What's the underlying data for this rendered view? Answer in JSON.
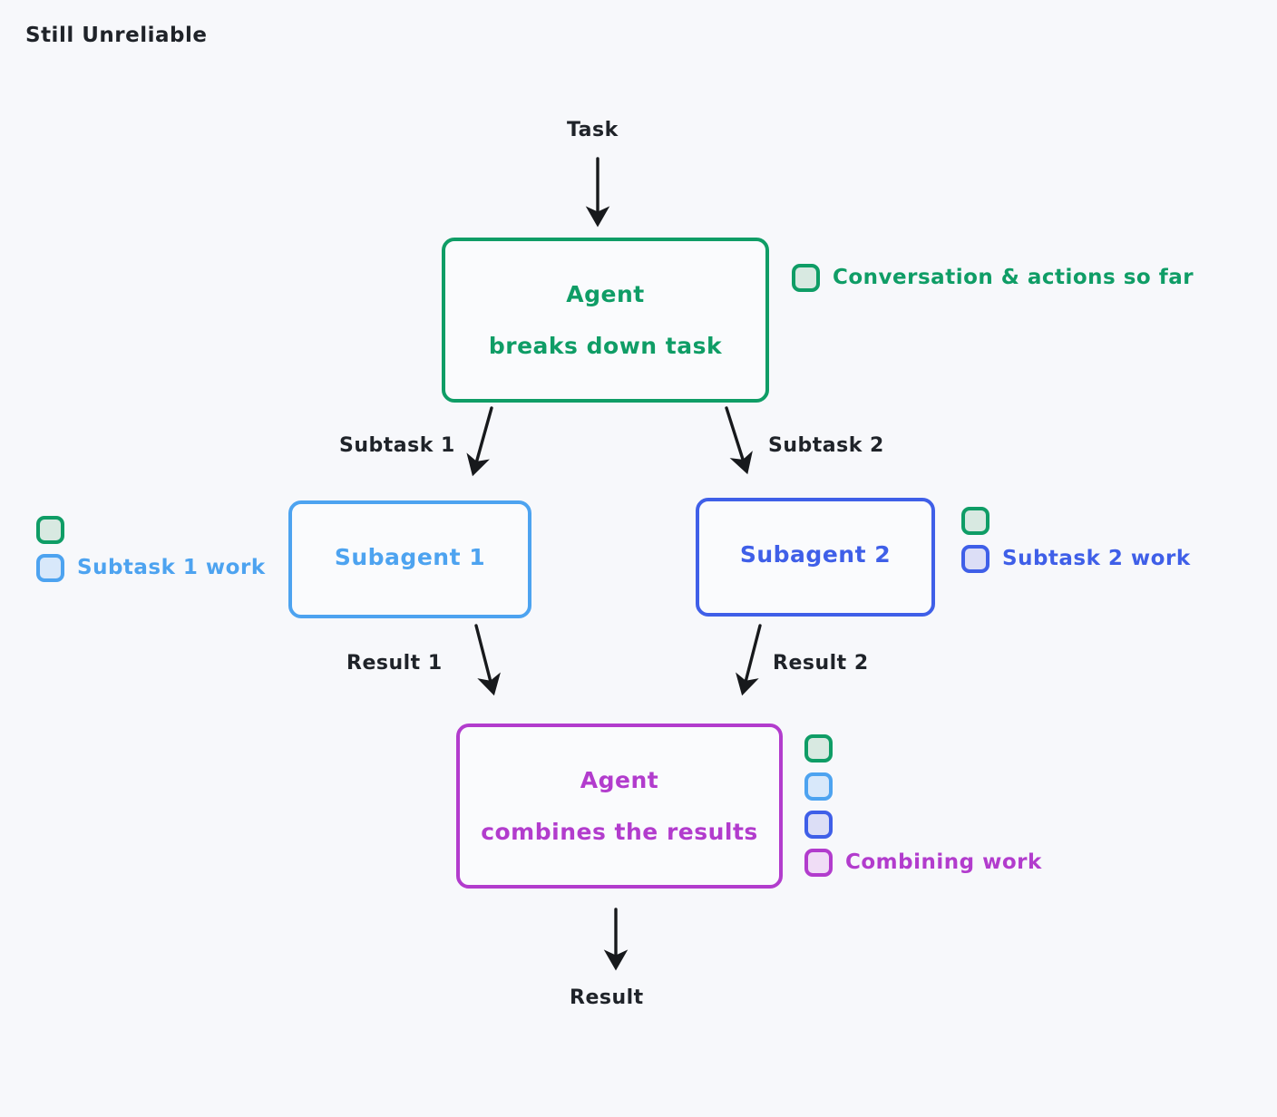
{
  "title": "Still Unreliable",
  "flow": {
    "entry_label": "Task",
    "exit_label": "Result",
    "nodes": {
      "agent_top": {
        "line1": "Agent",
        "line2": "breaks down task",
        "color": "#0f9d66"
      },
      "subagent_1": {
        "label": "Subagent 1",
        "color": "#4da3f0"
      },
      "subagent_2": {
        "label": "Subagent 2",
        "color": "#3f5fe8"
      },
      "agent_bottom": {
        "line1": "Agent",
        "line2": "combines the results",
        "color": "#b23ccd"
      }
    },
    "edges": {
      "subtask_1": "Subtask 1",
      "subtask_2": "Subtask 2",
      "result_1": "Result 1",
      "result_2": "Result 2"
    }
  },
  "legends": {
    "top_right": {
      "items": [
        {
          "swatch": "green",
          "label": "Conversation & actions so far"
        }
      ]
    },
    "left": {
      "items": [
        {
          "swatch": "green",
          "label": ""
        },
        {
          "swatch": "blue",
          "label": "Subtask 1 work"
        }
      ]
    },
    "right": {
      "items": [
        {
          "swatch": "green",
          "label": ""
        },
        {
          "swatch": "indigo",
          "label": "Subtask 2 work"
        }
      ]
    },
    "bottom": {
      "items": [
        {
          "swatch": "green",
          "label": ""
        },
        {
          "swatch": "blue",
          "label": ""
        },
        {
          "swatch": "indigo",
          "label": ""
        },
        {
          "swatch": "purple",
          "label": "Combining work"
        }
      ]
    }
  },
  "palette": {
    "background": "#f7f8fb",
    "ink": "#1f2329",
    "green": "#0f9d66",
    "blue": "#4da3f0",
    "indigo": "#3f5fe8",
    "purple": "#b23ccd"
  }
}
